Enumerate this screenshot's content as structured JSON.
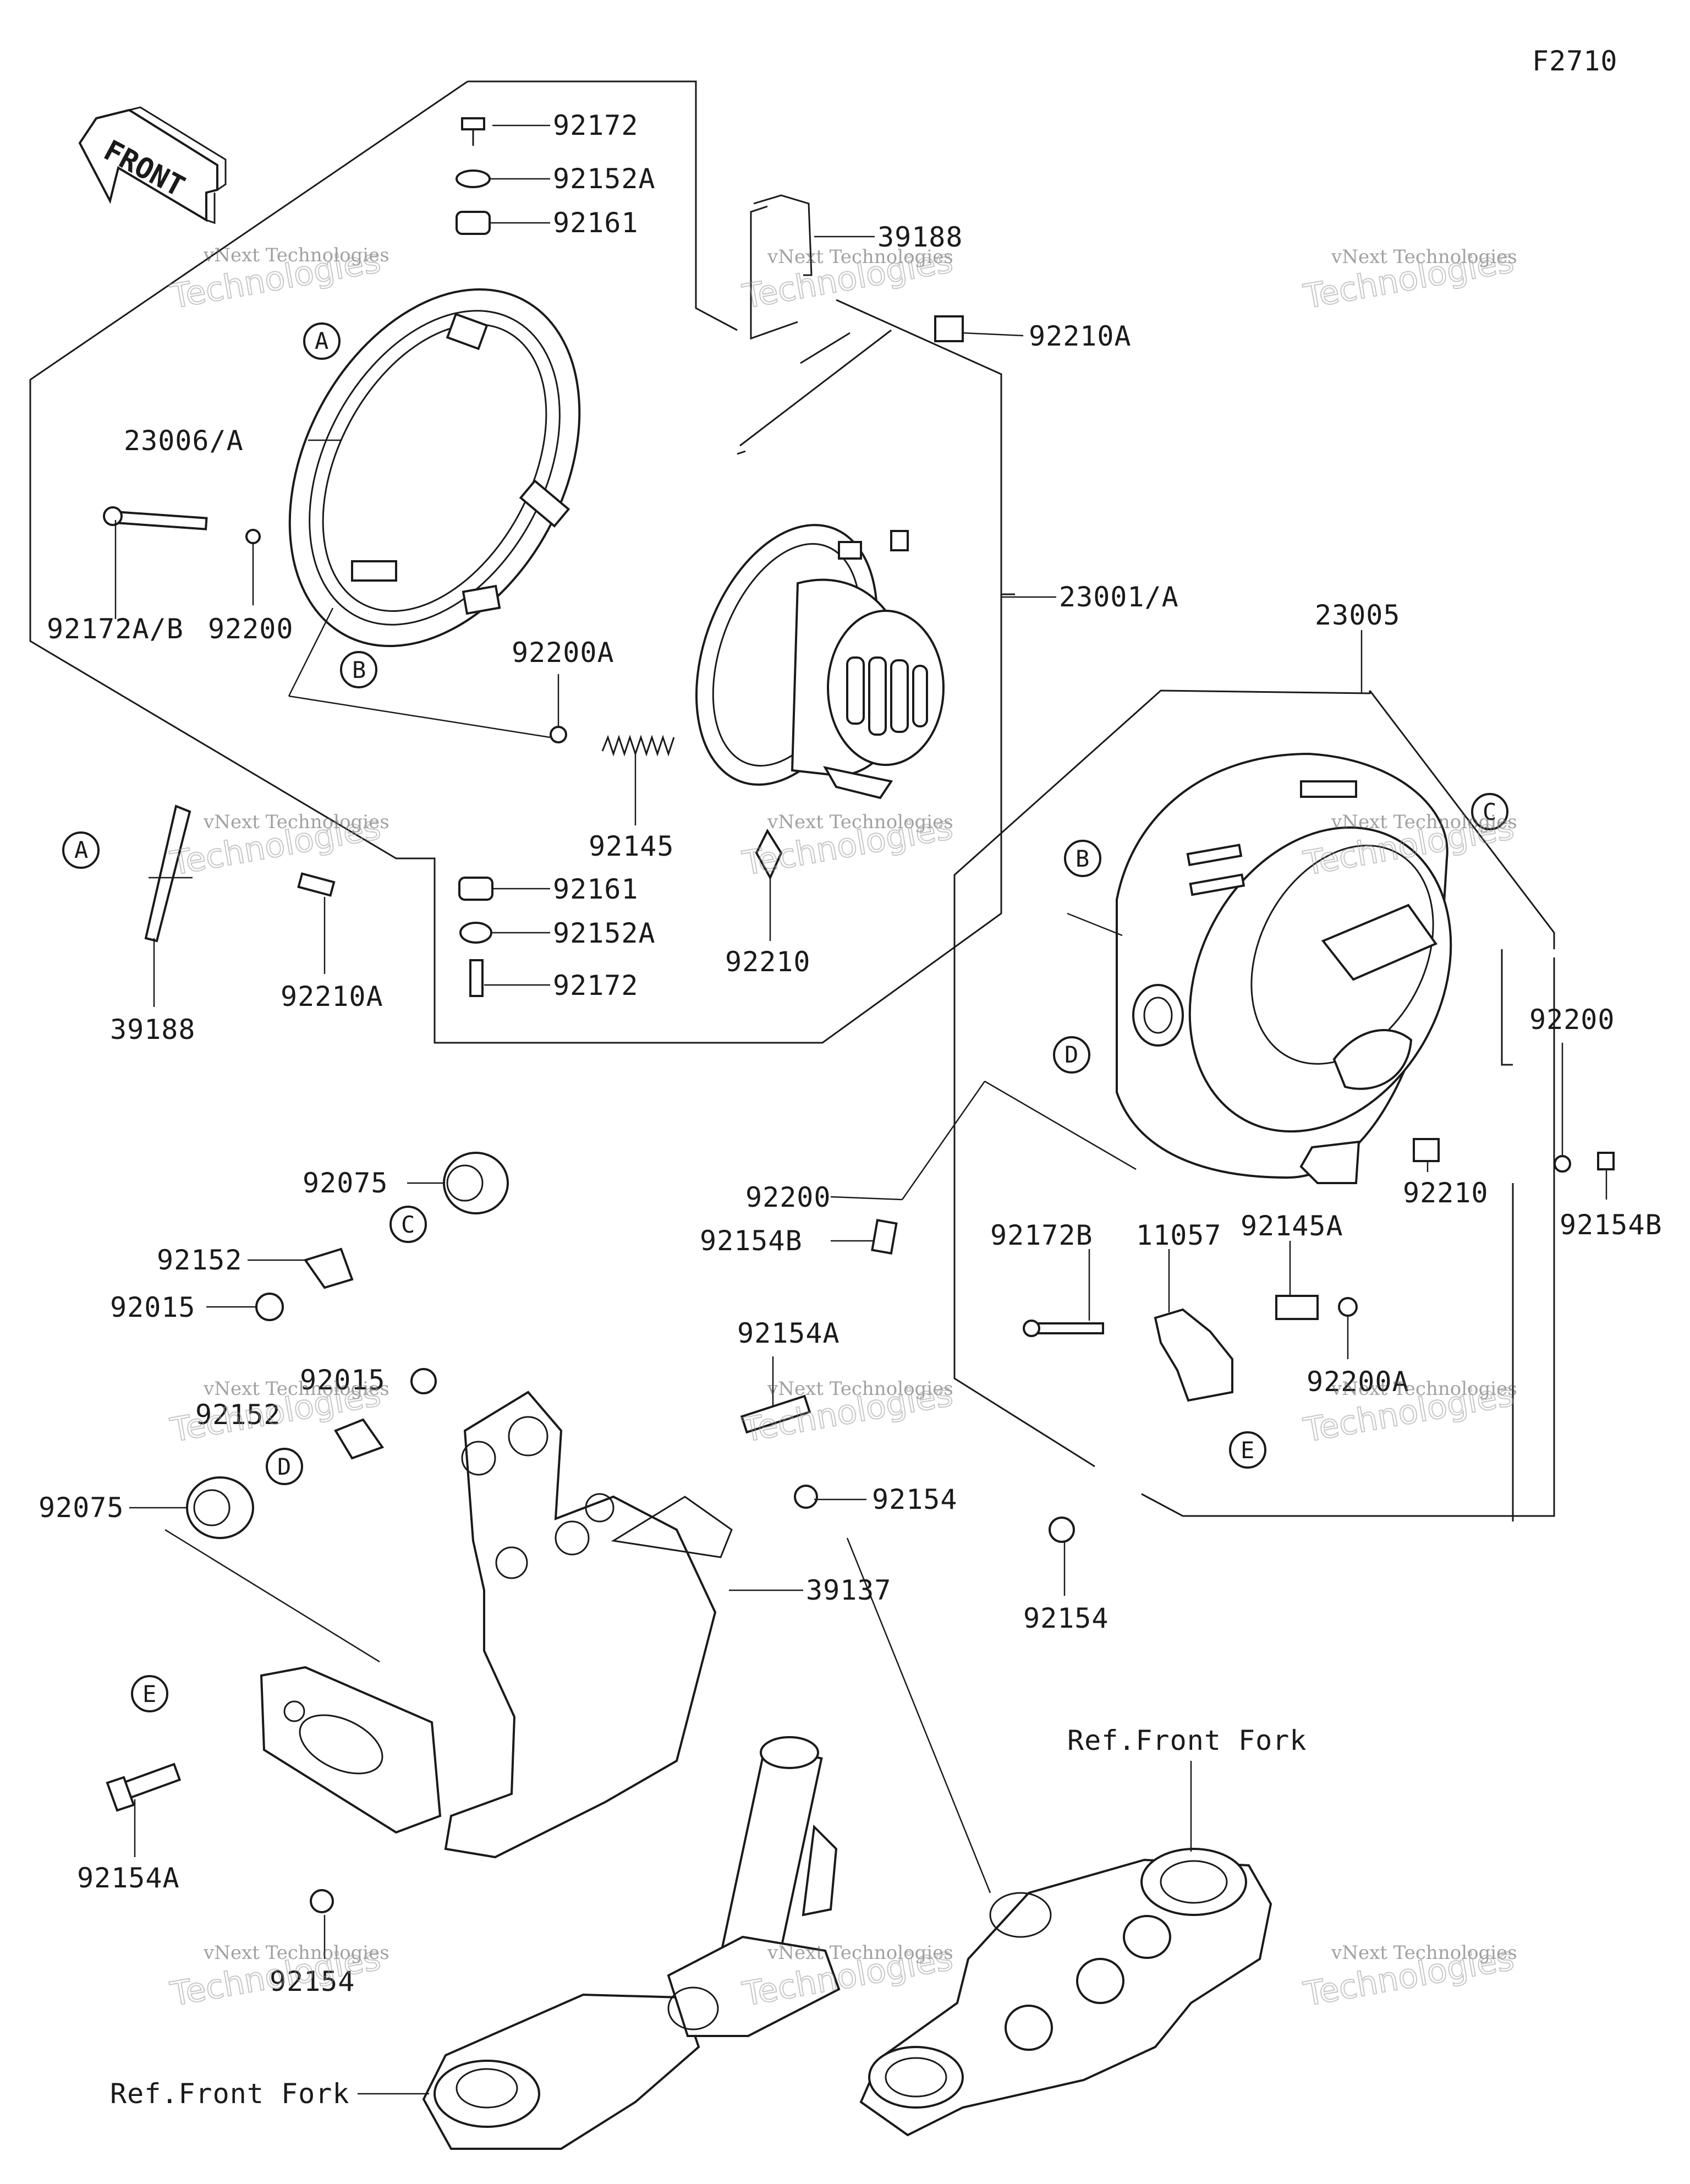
{
  "figure_code": "F2710",
  "front_arrow_label": "FRONT",
  "callout_letters": [
    "A",
    "B",
    "C",
    "D",
    "E"
  ],
  "ref_label": "Ref.Front Fork",
  "watermark": {
    "line1": "vNext Technologies",
    "line2": "Technologies"
  },
  "parts": {
    "p92172_top": "92172",
    "p92152A_top": "92152A",
    "p92161_top": "92161",
    "p39188_top": "39188",
    "p92210A_top": "92210A",
    "p23006A": "23006/A",
    "p92172AB": "92172A/B",
    "p92200_left": "92200",
    "p23001A": "23001/A",
    "p23005": "23005",
    "p92200A_mid": "92200A",
    "p92145": "92145",
    "p92161_bot": "92161",
    "p92152A_bot": "92152A",
    "p92172_bot": "92172",
    "p92210_mid": "92210",
    "p39188_left": "39188",
    "p92210A_left": "92210A",
    "p92200_right": "92200",
    "p92154B_right": "92154B",
    "p92210_right": "92210",
    "p92200_center": "92200",
    "p92154B_center": "92154B",
    "p92172B": "92172B",
    "p11057": "11057",
    "p92145A": "92145A",
    "p92200A_right": "92200A",
    "p92154_right": "92154",
    "p92075_top": "92075",
    "p92152_top": "92152",
    "p92015_top": "92015",
    "p92154A_top": "92154A",
    "p92015_mid": "92015",
    "p92152_mid": "92152",
    "p92075_mid": "92075",
    "p92154_mid": "92154",
    "p39137": "39137",
    "p92154A_bot": "92154A",
    "p92154_bot": "92154"
  }
}
